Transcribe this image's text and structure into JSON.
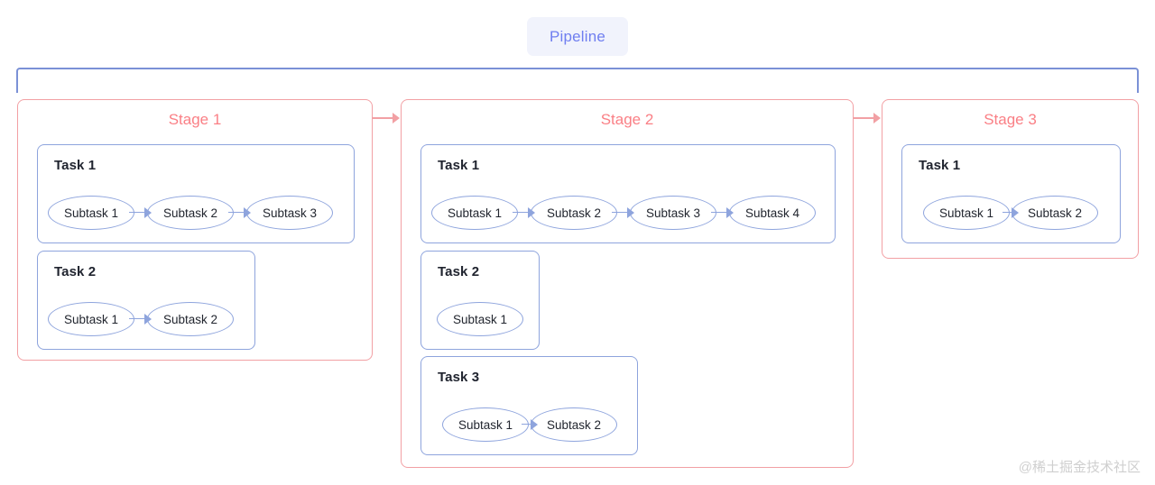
{
  "diagram": {
    "title": "Pipeline",
    "colors": {
      "pipeline_accent": "#6f7ef0",
      "pipeline_chip_bg": "#f1f3fc",
      "pipeline_bracket": "#7b91d6",
      "stage_border": "#f2a0a4",
      "stage_title": "#fa7f85",
      "task_border": "#8ea4dd",
      "task_title": "#20242f",
      "subtask_border": "#8ea4dd",
      "background": "#ffffff",
      "watermark": "#cfcfcf"
    },
    "stages": [
      {
        "label": "Stage 1",
        "tasks": [
          {
            "label": "Task 1",
            "subtasks": [
              "Subtask 1",
              "Subtask 2",
              "Subtask 3"
            ]
          },
          {
            "label": "Task 2",
            "subtasks": [
              "Subtask 1",
              "Subtask 2"
            ]
          }
        ]
      },
      {
        "label": "Stage 2",
        "tasks": [
          {
            "label": "Task 1",
            "subtasks": [
              "Subtask 1",
              "Subtask 2",
              "Subtask 3",
              "Subtask 4"
            ]
          },
          {
            "label": "Task 2",
            "subtasks": [
              "Subtask 1"
            ]
          },
          {
            "label": "Task 3",
            "subtasks": [
              "Subtask 1",
              "Subtask 2"
            ]
          }
        ]
      },
      {
        "label": "Stage 3",
        "tasks": [
          {
            "label": "Task 1",
            "subtasks": [
              "Subtask 1",
              "Subtask 2"
            ]
          }
        ]
      }
    ]
  },
  "watermark": {
    "text": "@稀土掘金技术社区"
  }
}
